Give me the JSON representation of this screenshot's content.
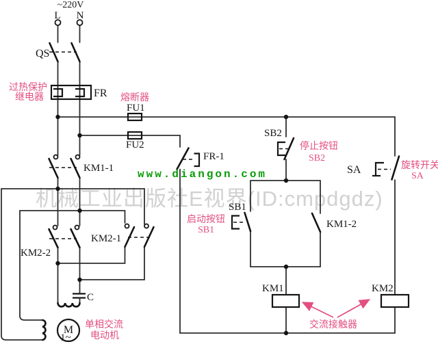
{
  "colors": {
    "wire": "#2e2e2e",
    "label_pink": "#e34f80",
    "watermark_green": "#0a9b0a",
    "watermark_gray": "#acacac",
    "background": "#ffffff"
  },
  "power": {
    "supply_voltage": "~220V",
    "line_terminal": "L",
    "neutral_terminal": "N"
  },
  "labels": {
    "disconnect_switch": "QS",
    "thermal_relay": "FR",
    "thermal_relay_cn_line1": "过热保护",
    "thermal_relay_cn_line2": "继电器",
    "fuse_cn": "熔断器",
    "fuse1": "FU1",
    "fuse2": "FU2",
    "km1_main_contact": "KM1-1",
    "thermal_nc_contact": "FR-1",
    "stop_button": "SB2",
    "stop_button_cn": "停止按钮",
    "stop_button_cn_ref": "SB2",
    "rotary_switch": "SA",
    "rotary_switch_cn": "旋转开关",
    "rotary_switch_cn_ref": "SA",
    "start_button": "SB1",
    "start_button_cn": "启动按钮",
    "start_button_cn_ref": "SB1",
    "km1_aux_contact": "KM1-2",
    "km2_contact_1": "KM2-1",
    "km2_contact_2": "KM2-2",
    "km1_coil": "KM1",
    "km2_coil": "KM2",
    "contactor_cn": "交流接触器",
    "capacitor": "C",
    "motor_letter": "M",
    "motor_phase": "1~",
    "motor_cn_line1": "单相交流",
    "motor_cn_line2": "电动机"
  },
  "watermarks": {
    "site": "www.diangon.com",
    "publisher": "机械工业出版社E视界(ID:cmpdgdz)"
  }
}
